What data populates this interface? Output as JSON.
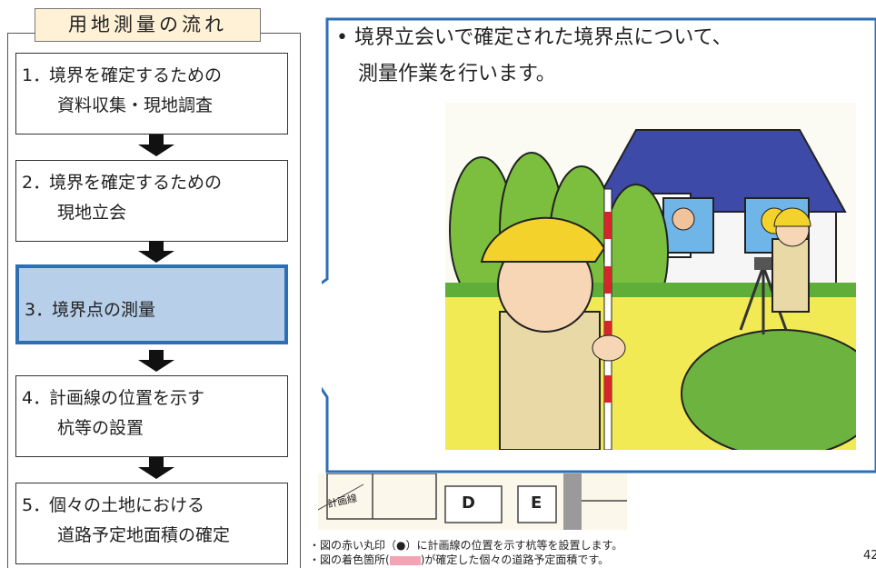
{
  "flow": {
    "title": "用地測量の流れ",
    "steps": [
      {
        "num": "1．",
        "line1": "境界を確定するための",
        "line2": "資料収集・現地調査"
      },
      {
        "num": "2．",
        "line1": "境界を確定するための",
        "line2": "現地立会"
      },
      {
        "num": "3．",
        "line1": "境界点の測量",
        "line2": ""
      },
      {
        "num": "4．",
        "line1": "計画線の位置を示す",
        "line2": "杭等の設置"
      },
      {
        "num": "5．",
        "line1": "個々の土地における",
        "line2": "道路予定地面積の確定"
      }
    ],
    "active_step": 3
  },
  "callout": {
    "bullet": "•",
    "line1": "境界立会いで確定された境界点について、",
    "line2": "測量作業を行います。"
  },
  "map": {
    "label": "計画線",
    "lot_d": "D",
    "lot_e": "E"
  },
  "notes": {
    "line1": "・図の赤い丸印（●）に計画線の位置を示す杭等を設置します。",
    "line2_a": "・図の着色箇所(",
    "line2_b": ")が確定した個々の道路予定面積です。"
  },
  "page_number": "42",
  "colors": {
    "title_bg": "#fff1d6",
    "active_fill": "#b7cfe9",
    "active_border": "#2e6fb3",
    "callout_border": "#2e6fb3",
    "marker_red": "#e0141e",
    "highlight_pink": "#f4a3b4"
  }
}
